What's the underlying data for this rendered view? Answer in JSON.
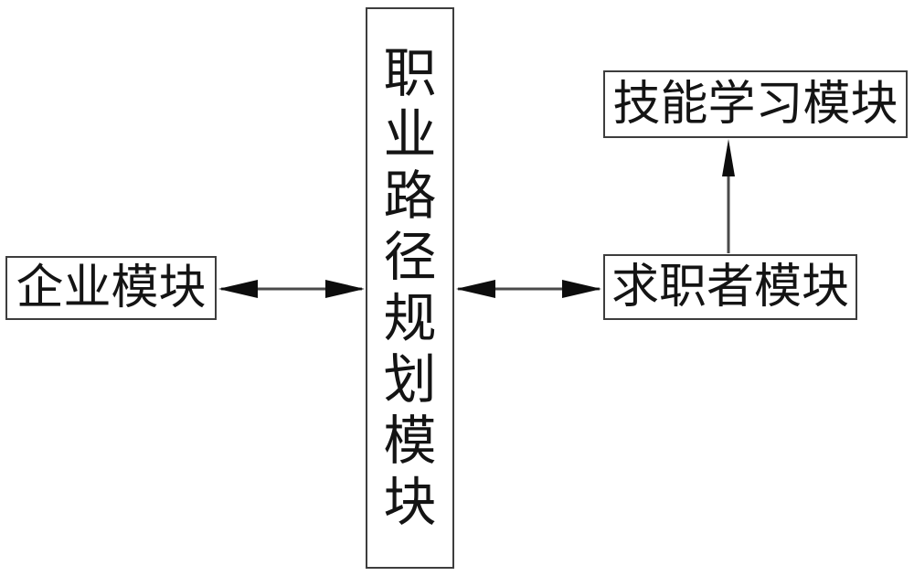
{
  "diagram": {
    "title": "career-path-planning-system-block-diagram",
    "nodes": {
      "center_box": {
        "label": "职业路径规划模块",
        "orientation": "vertical"
      },
      "left_box": {
        "label": "企业模块",
        "orientation": "horizontal"
      },
      "jobseeker_box": {
        "label": "求职者模块",
        "orientation": "horizontal"
      },
      "skill_box": {
        "label": "技能学习模块",
        "orientation": "horizontal"
      }
    },
    "connections": [
      {
        "from": "left_box",
        "to": "center_box",
        "type": "double-headed-arrow"
      },
      {
        "from": "center_box",
        "to": "jobseeker_box",
        "type": "double-headed-arrow"
      },
      {
        "from": "jobseeker_box",
        "to": "skill_box",
        "type": "single-arrow-up"
      }
    ],
    "colors": {
      "background": "#ffffff",
      "box_border": "#3d3d3d",
      "line": "#4a4a4a",
      "arrowhead": "#0d0d0d",
      "text": "#141414"
    }
  }
}
